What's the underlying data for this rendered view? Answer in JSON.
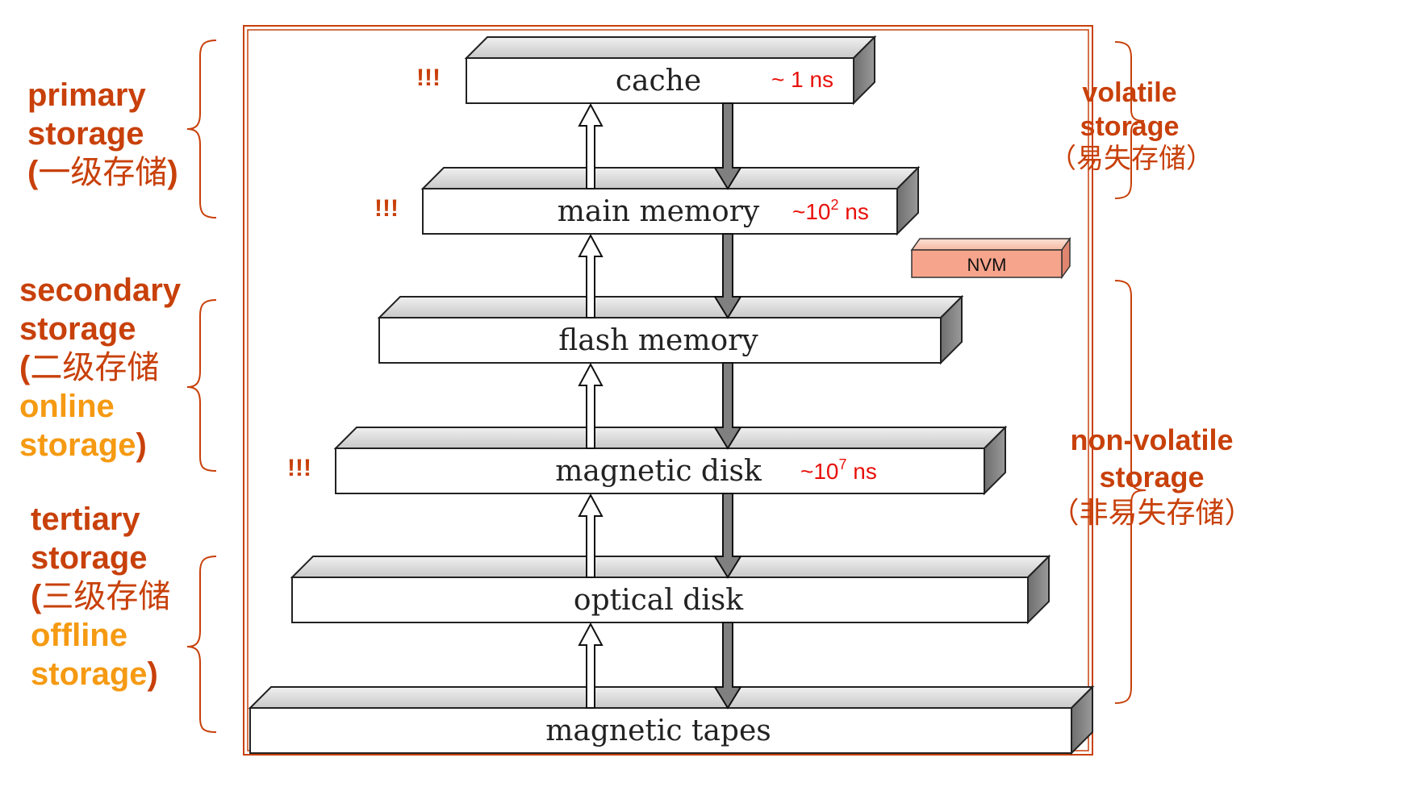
{
  "colors": {
    "label_dark": "#c8400a",
    "label_orange": "#f59a12",
    "latency_red": "#e8100a",
    "frame": "#c8400a",
    "nvm_fill": "#f7a48c"
  },
  "levels": [
    {
      "name": "cache",
      "latency": "~ 1 ns",
      "latency_base": "",
      "latency_exp": "",
      "important": "!!!"
    },
    {
      "name": "main memory",
      "latency": "",
      "latency_base": "~10",
      "latency_exp": "2",
      "latency_unit": " ns",
      "important": "!!!"
    },
    {
      "name": "flash memory",
      "latency": "",
      "important": ""
    },
    {
      "name": "magnetic disk",
      "latency": "",
      "latency_base": "~10",
      "latency_exp": "7",
      "latency_unit": " ns",
      "important": "!!!"
    },
    {
      "name": "optical disk",
      "latency": "",
      "important": ""
    },
    {
      "name": "magnetic tapes",
      "latency": "",
      "important": ""
    }
  ],
  "nvm": {
    "label": "NVM"
  },
  "left_groups": {
    "primary": {
      "line1": "primary",
      "line2": "storage",
      "line3_open": "(",
      "line3_cjk": "一级存储",
      "line3_close": ")"
    },
    "secondary": {
      "line1": "secondary",
      "line2": "storage",
      "line3_open": "(",
      "line3_cjk": "二级存储",
      "line4": "online",
      "line5": "storage",
      "line5_close": ")"
    },
    "tertiary": {
      "line1": "tertiary",
      "line2": "storage",
      "line3_open": "(",
      "line3_cjk": "三级存储",
      "line4": "offline",
      "line5": "storage",
      "line5_close": ")"
    }
  },
  "right_groups": {
    "volatile": {
      "line1": "volatile",
      "line2": "storage",
      "line3": "（易失存储）"
    },
    "nonvolatile": {
      "line1": "non-volatile",
      "line2": "storage",
      "line3": "（非易失存储）"
    }
  }
}
